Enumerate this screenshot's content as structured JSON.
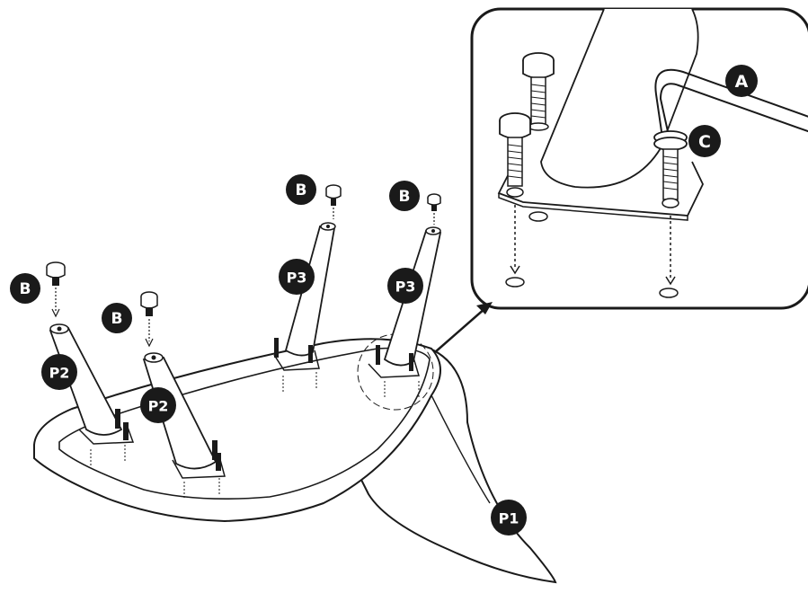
{
  "labels": {
    "a": "A",
    "b": "B",
    "c": "C",
    "p1": "P1",
    "p2": "P2",
    "p3": "P3"
  },
  "colors": {
    "ink": "#1a1a1a",
    "paper": "#ffffff"
  }
}
